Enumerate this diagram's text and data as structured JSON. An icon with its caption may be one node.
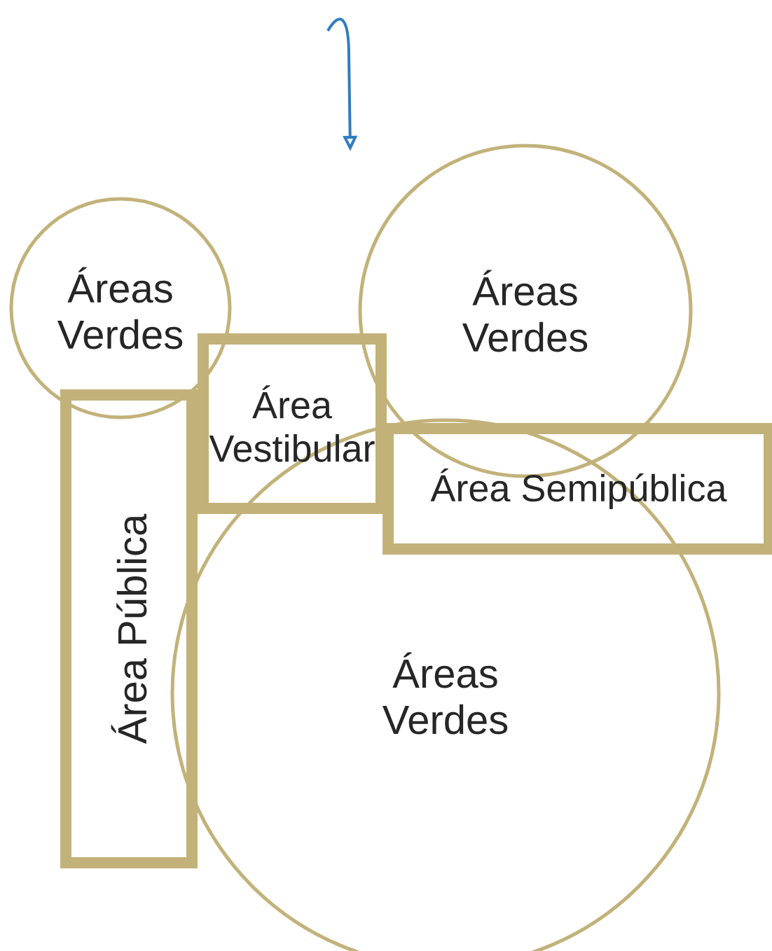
{
  "diagram": {
    "nodes": [
      {
        "text": [
          "Áreas Verdes"
        ]
      },
      {
        "text": [
          "Áreas Verdes"
        ]
      },
      {
        "text": [
          "Área Vestibular"
        ]
      },
      {
        "text": [
          "Área Semipública"
        ]
      },
      {
        "text": [
          "Área Pública"
        ]
      },
      {
        "text": [
          "Áreas Verdes"
        ]
      }
    ]
  }
}
